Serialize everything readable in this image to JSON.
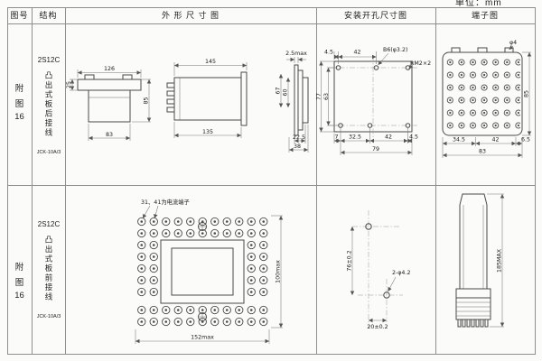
{
  "unit_note": "单位：mm",
  "headers": {
    "fig_no": "图号",
    "structure": "结构",
    "outline": "外 形 尺 寸 图",
    "install": "安装开孔尺寸图",
    "terminal": "端子图"
  },
  "row1": {
    "fig": {
      "c1": "附",
      "c2": "图",
      "c3": "16"
    },
    "model": "2S12C",
    "structure_desc": "凸出式板后接线",
    "type_code": "JCK-10A/3",
    "outline": {
      "top_width": "126",
      "flange_depth": "25",
      "body_width": "83",
      "case_height": "85",
      "total_length": "145",
      "body_length": "135",
      "panel_thickness": "2.5max",
      "cutout_height": "60",
      "flange_height": "67",
      "rear_depth": "22.5",
      "total_depth": "38"
    },
    "install": {
      "edge_offset_top": "4.5",
      "hole_span_top": "42",
      "hole_spec": "B6(φ3.2)",
      "screw_spec": "RM2×2",
      "height_outer": "77",
      "height_inner": "63",
      "bot_seg1": "7",
      "bot_seg2": "32.5",
      "bot_seg3": "42",
      "bot_seg4": "4.5",
      "bot_total": "79"
    },
    "terminal": {
      "hole_dia": "φ4",
      "bot_seg1": "34.5",
      "bot_seg2": "42",
      "bot_seg3": "6.5",
      "bot_total": "83",
      "board_height": "85"
    }
  },
  "row2": {
    "fig": {
      "c1": "附",
      "c2": "图",
      "c3": "16"
    },
    "model": "2S12C",
    "structure_desc": "凸出式板前接线",
    "type_code": "JCK-10A/3",
    "outline": {
      "note": "31、41为电流端子",
      "width": "152max",
      "height": "100max"
    },
    "install": {
      "vertical_span": "76±0.2",
      "hole_spec": "2-φ4.2",
      "horizontal_span": "20±0.2"
    },
    "terminal": {
      "height": "185MAX"
    }
  }
}
